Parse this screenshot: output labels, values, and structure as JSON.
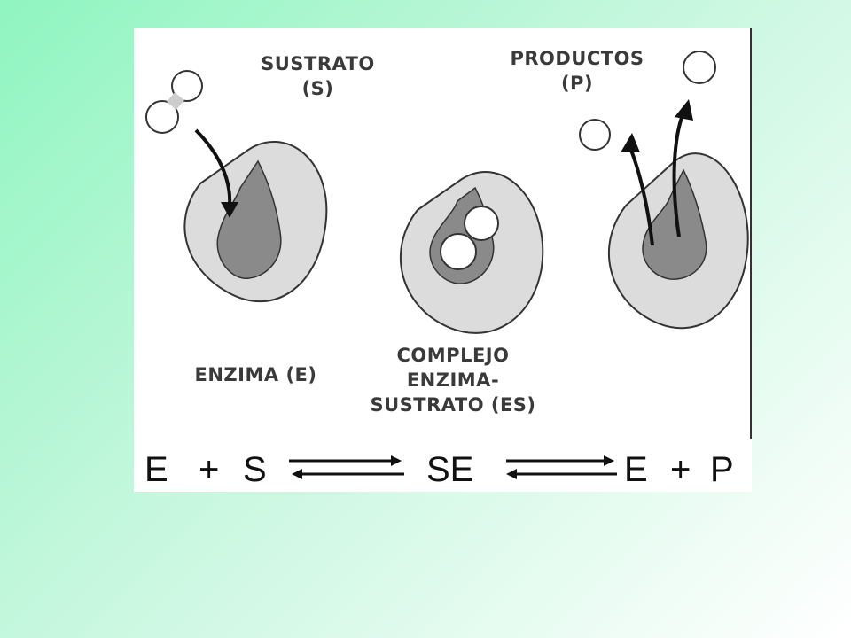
{
  "labels": {
    "sustrato_line1": "SUSTRATO",
    "sustrato_line2": "(S)",
    "productos_line1": "PRODUCTOS",
    "productos_line2": "(P)",
    "enzima": "ENZIMA (E)",
    "complejo_line1": "COMPLEJO",
    "complejo_line2": "ENZIMA-",
    "complejo_line3": "SUSTRATO (ES)"
  },
  "equation": {
    "e1": "E",
    "plus1": "+",
    "s": "S",
    "se": "SE",
    "e2": "E",
    "plus2": "+",
    "p": "P"
  },
  "colors": {
    "enzyme_body": "#dcdcdc",
    "active_site": "#8a8a8a",
    "substrate": "#ffffff",
    "outline": "#333333"
  }
}
